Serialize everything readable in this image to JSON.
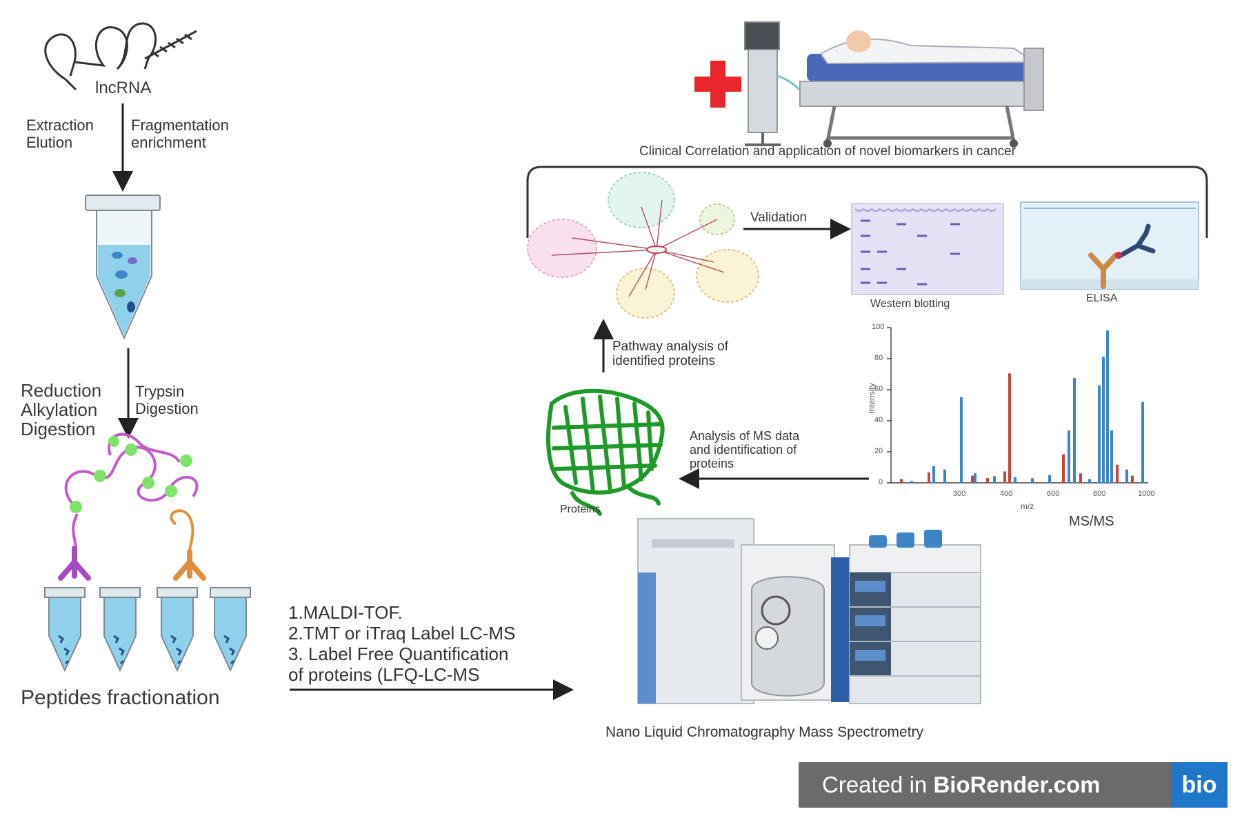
{
  "left": {
    "lncrna": "lncRNA",
    "step1_left": [
      "Extraction",
      "Elution"
    ],
    "step1_right": [
      "Fragmentation",
      "enrichment"
    ],
    "step2_left": [
      "Reduction",
      "Alkylation",
      "Digestion"
    ],
    "step2_right": [
      "Trypsin",
      "Digestion"
    ],
    "peptides": "Peptides fractionation"
  },
  "methods": [
    "1.MALDI-TOF.",
    "2.TMT or iTraq Label LC-MS",
    "3. Label Free Quantification",
    "of proteins (LFQ-LC-MS"
  ],
  "right": {
    "clinical": "Clinical Correlation and application of novel biomarkers in cancer",
    "validation": "Validation",
    "western": "Western blotting",
    "elisa": "ELISA",
    "pathway": [
      "Pathway analysis of",
      "identified proteins"
    ],
    "ms_analysis": [
      "Analysis of MS data",
      "and identification of",
      "proteins"
    ],
    "proteins": "Proteins",
    "msms": "MS/MS",
    "nano": "Nano Liquid Chromatography Mass Spectrometry"
  },
  "spectrum": {
    "ylabel": "Intensity",
    "xlabel": "m/z",
    "yticks": [
      "0",
      "20",
      "40",
      "60",
      "80",
      "100"
    ],
    "xticks": [
      "300",
      "400",
      "600",
      "800",
      "1000"
    ]
  },
  "badge": {
    "prefix": "Created in ",
    "brand": "BioRender.com",
    "logo": "bio"
  },
  "colors": {
    "red_cross": "#e8262b",
    "tube_blue": "#8fd0ea",
    "protein_green": "#1f9a2a",
    "spectrum_blue": "#3d86c6",
    "spectrum_red": "#c9463d",
    "badge_gray": "#6b6b6b",
    "bio_blue": "#1f77c9"
  }
}
